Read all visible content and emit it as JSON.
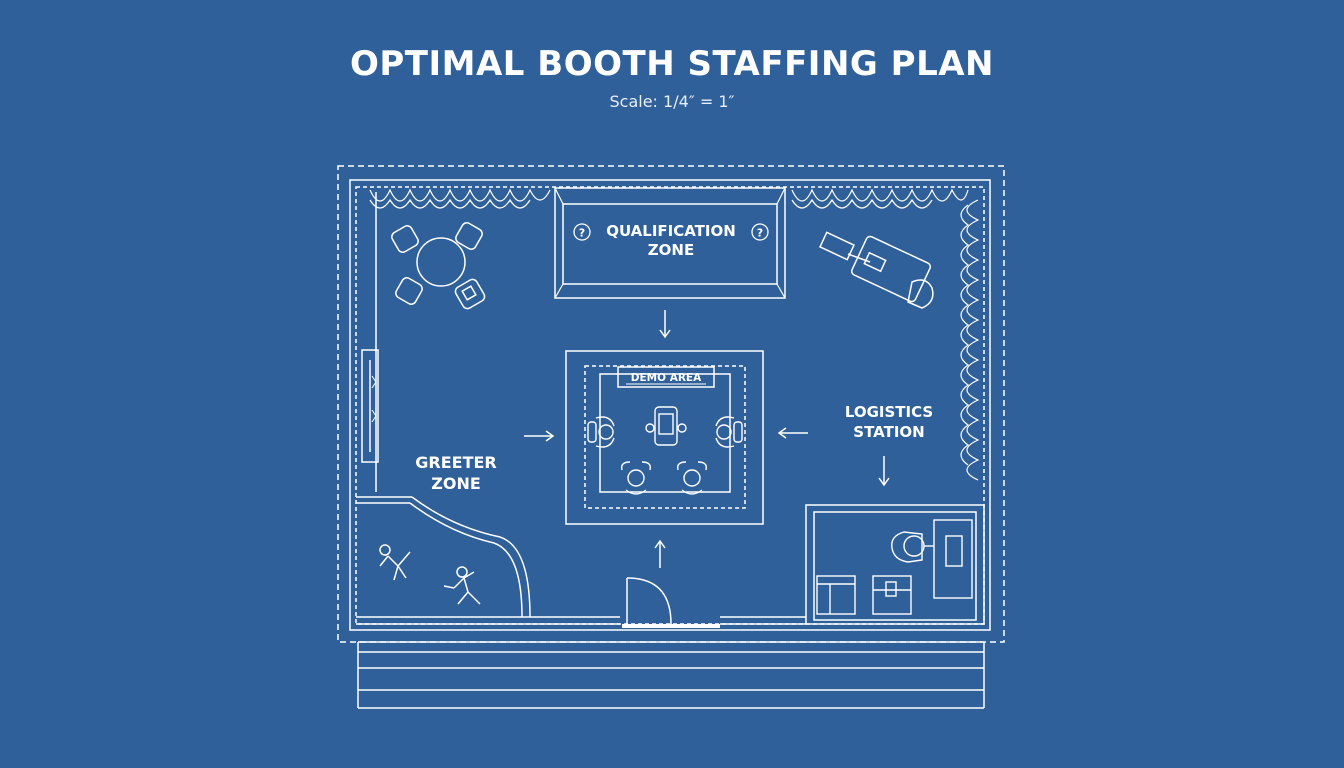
{
  "title": "OPTIMAL BOOTH STAFFING PLAN",
  "subtitle": "Scale: 1/4″ = 1″",
  "zones": {
    "qualification": {
      "line1": "QUALIFICATION",
      "line2": "ZONE",
      "marker": "?"
    },
    "demo": {
      "label": "DEMO AREA"
    },
    "logistics": {
      "line1": "LOGISTICS",
      "line2": "STATION"
    },
    "greeter": {
      "line1": "GREETER",
      "line2": "ZONE"
    }
  },
  "colors": {
    "background": "#2f609a",
    "line": "#ffffff"
  }
}
